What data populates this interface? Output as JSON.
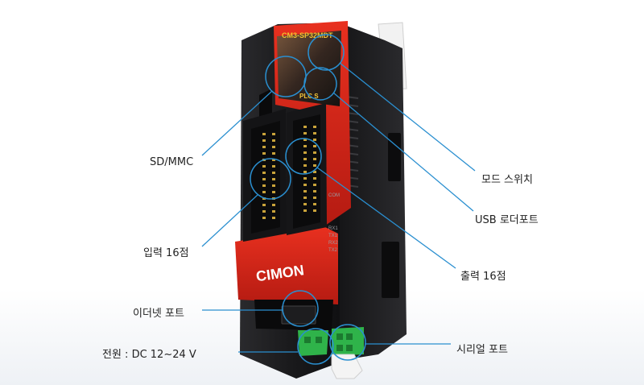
{
  "product": {
    "model_label": "CM3-SP32MDT",
    "brand_logo": "CIMON",
    "series_logo": "PLC S",
    "colors": {
      "body": "#1b1b1d",
      "accent": "#d8261a",
      "terminal": "#2fb34a",
      "callout_line": "#2a8fd0"
    },
    "side_labels": [
      "COM",
      "RX1",
      "TX1",
      "RX2",
      "TX2"
    ]
  },
  "callouts": {
    "sd_mmc": "SD/MMC",
    "input": "입력 16점",
    "ethernet": "이더넷 포트",
    "power": "전원 : DC 12~24 V",
    "mode_switch": "모드 스위치",
    "usb": "USB 로더포트",
    "output": "출력 16점",
    "serial": "시리얼 포트"
  }
}
